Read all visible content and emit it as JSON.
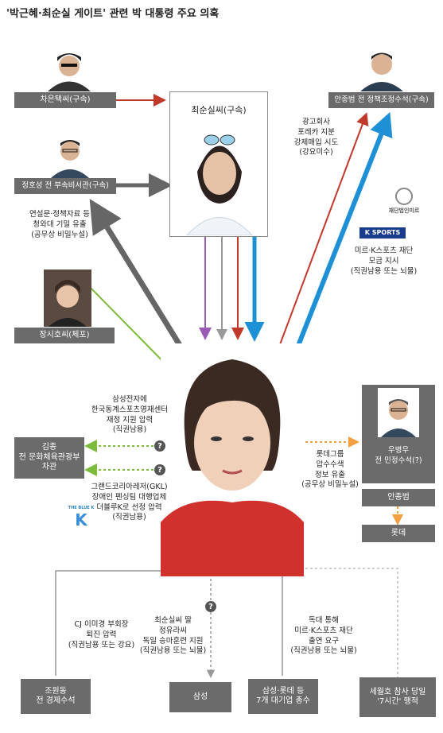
{
  "title": "'박근혜·최순실 게이트' 관련 박 대통령 주요 의혹",
  "people": {
    "cha": "차은택씨(구속)",
    "choi": "최순실씨(구속)",
    "ahn": "안종범 전 정책조정수석(구속)",
    "jung": "정호성 전 부속비서관(구속)",
    "jang": "장시호씨(체포)",
    "kimjong": "김종\n전 문화체육관광부\n차관",
    "woo": "우병우\n전 민정수석(?)",
    "ahn2": "안종범",
    "lotte": "롯데",
    "cho": "조원동\n전 경제수석",
    "samsung": "삼성",
    "group": "삼성·롯데 등\n7개 대기업 총수",
    "sewol": "세월호 참사 당일\n'7시간' 행적"
  },
  "notes": {
    "ad": "광고회사\n포레카 지분\n강제매입 시도\n(강요미수)",
    "leak": "연설문·정책자료 등\n청와대 기밀 유출\n(공무상 비밀누설)",
    "mir": "미르·K스포츠 재단\n모금 지시\n(직권남용 또는 뇌물)",
    "samsungcenter": "삼성전자에\n한국동계스포츠영재센터\n재정 지원 압력\n(직권남용)",
    "gkl": "그랜드코리아레저(GKL)\n장애인 펜싱팀 대행업체\n더블루K로 선정 압력\n(직권남용)",
    "lottesearch": "롯데그룹\n압수수색\n정보 유출\n(공무상 비밀누설)",
    "cj": "CJ 이미경 부회장\n퇴진 압력\n(직권남용 또는 강요)",
    "horse": "최순실씨 딸\n정유라씨\n독일 승마훈련 지원\n(직권남용 또는 뇌물)",
    "germany": "독대 통해\n미르·K스포츠 재단\n출연 요구\n(직권남용 또는 뇌물)"
  },
  "logos": {
    "mir": "재단법인미르",
    "ksports": "K SPORTS",
    "blue": "THE BLUE K"
  },
  "qmark": "?",
  "colors": {
    "bar": "#6b6b6b",
    "red": "#c0392b",
    "blue": "#1e90d6",
    "green": "#7dbb3c",
    "orange": "#f0a040",
    "purple": "#9b59b6",
    "gray": "#777777"
  }
}
